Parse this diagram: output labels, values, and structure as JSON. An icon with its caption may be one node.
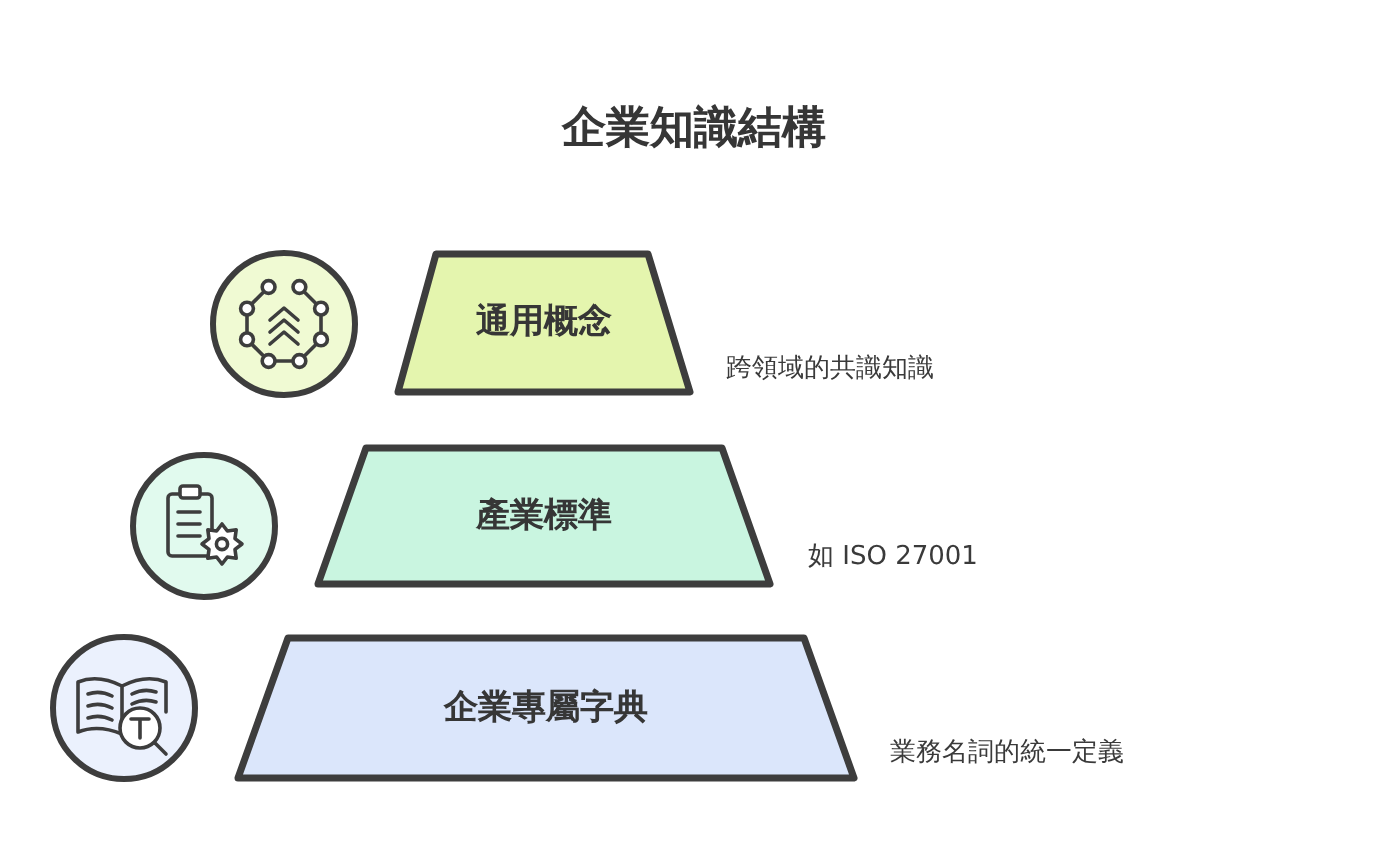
{
  "diagram": {
    "title": "企業知識結構",
    "nodes": [
      {
        "text": [
          "通用概念"
        ],
        "beside": [
          "跨領域的共識知識"
        ]
      },
      {
        "text": [
          "產業標準"
        ],
        "beside": [
          "如 ISO 27001"
        ]
      },
      {
        "text": [
          "企業專屬字典"
        ],
        "beside": [
          "業務名詞的統一定義"
        ]
      }
    ]
  }
}
